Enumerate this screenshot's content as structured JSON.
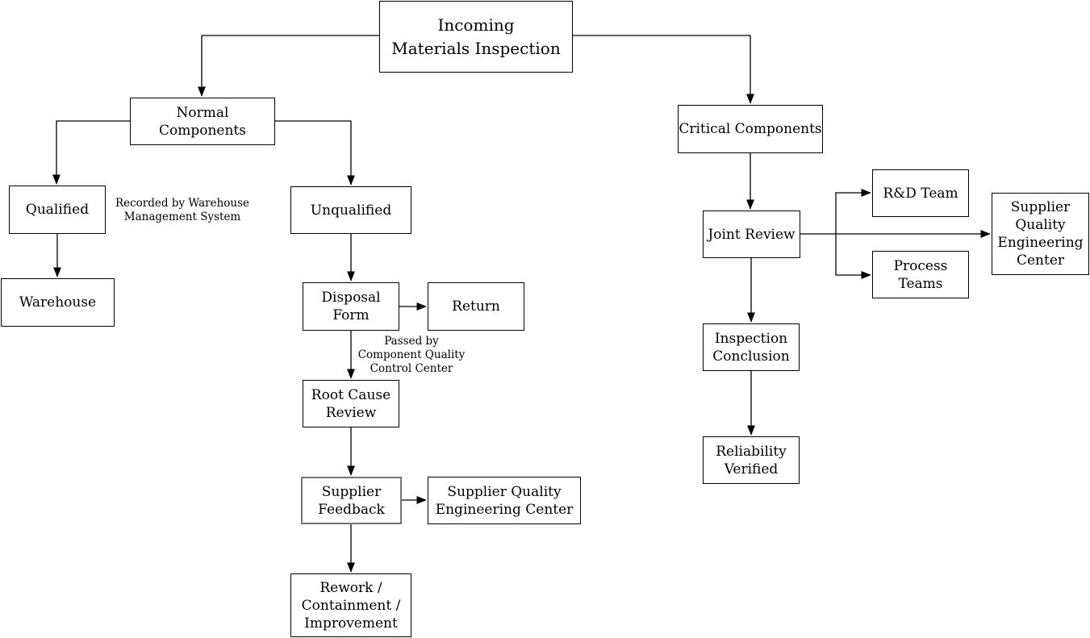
{
  "diagram": {
    "nodes": {
      "incoming": {
        "label": "Incoming\nMaterials Inspection"
      },
      "normal": {
        "label": "Normal Components"
      },
      "critical": {
        "label": "Critical Components"
      },
      "qualified": {
        "label": "Qualified"
      },
      "unqualified": {
        "label": "Unqualified"
      },
      "warehouse": {
        "label": "Warehouse"
      },
      "disposal": {
        "label": "Disposal\nForm"
      },
      "return": {
        "label": "Return"
      },
      "root_cause": {
        "label": "Root Cause\nReview"
      },
      "feedback": {
        "label": "Supplier\nFeedback"
      },
      "sqec_left": {
        "label": "Supplier Quality\nEngineering Center"
      },
      "rework": {
        "label": "Rework /\nContainment /\nImprovement"
      },
      "joint": {
        "label": "Joint Review"
      },
      "rd_team": {
        "label": "R&D Team"
      },
      "process_teams": {
        "label": "Process\nTeams"
      },
      "sqec_right": {
        "label": "Supplier\nQuality\nEngineering\nCenter"
      },
      "inspection": {
        "label": "Inspection\nConclusion"
      },
      "reliability": {
        "label": "Reliability\nVerified"
      }
    },
    "annotations": {
      "recorded": "Recorded by Warehouse\nManagement System",
      "passed": "Passed by\nComponent Quality\nControl Center"
    },
    "colors": {
      "background": "#ffffff",
      "text": "#000000",
      "line": "#000000",
      "box_border": "#000000",
      "highlight_border": "#757575"
    }
  }
}
